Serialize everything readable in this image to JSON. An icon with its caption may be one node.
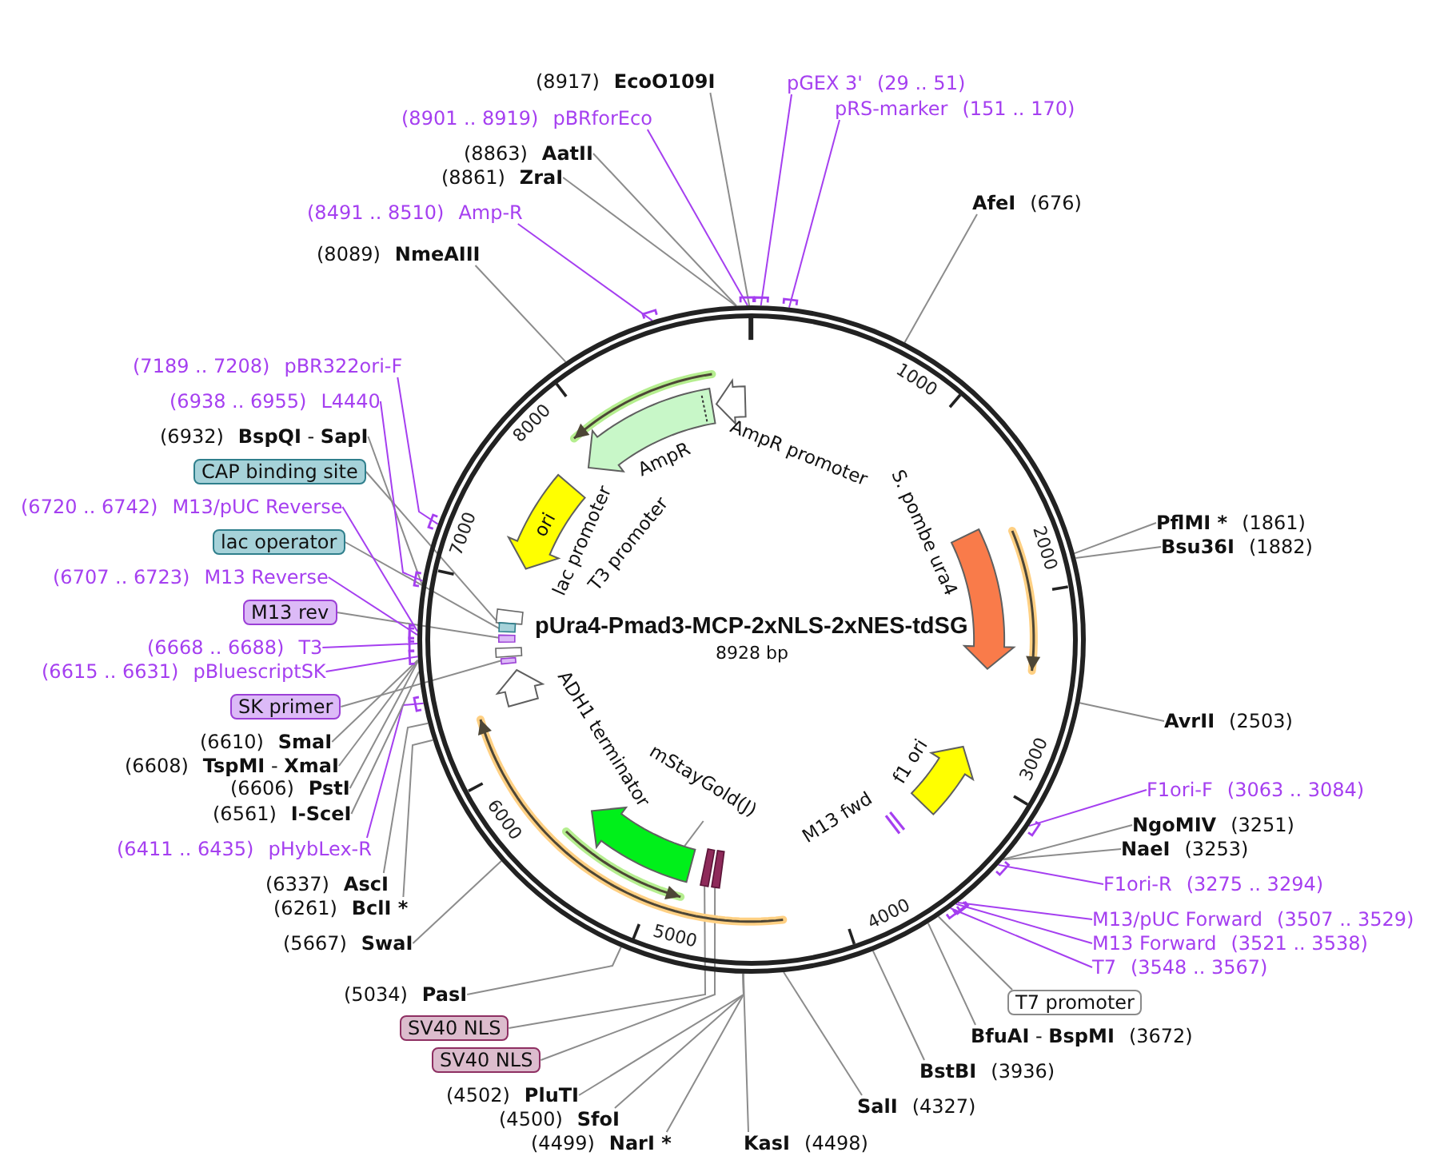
{
  "diagram": {
    "nodes": [
      {
        "text": [
          "pUra4-Pmad3-MCP-2xNLS-2xNES-tdSG",
          "8928 bp"
        ]
      },
      {
        "text": [
          "AmpR promoter"
        ],
        "in": 0
      },
      {
        "text": [
          "S. pombe ura4"
        ],
        "in": 0
      },
      {
        "text": [
          "f1 ori"
        ],
        "in": 0
      },
      {
        "text": [
          "M13 fwd"
        ],
        "in": 0
      },
      {
        "text": [],
        "shape": "bar",
        "in": 0
      },
      {
        "text": [],
        "shape": "bar",
        "in": 0
      },
      {
        "text": [],
        "shape": "arrow",
        "in": 0
      },
      {
        "text": [
          "mStayGold(J)"
        ],
        "in": 0
      },
      {
        "text": [
          "ADH1 terminator"
        ],
        "in": 0
      },
      {
        "text": [],
        "shape": "box",
        "in": 0
      },
      {
        "text": [
          "ori"
        ],
        "in": 0
      },
      {
        "text": [
          "AmpR"
        ],
        "in": 0
      },
      {
        "text": [
          "pGEX 3'",
          "(29 .. 51)"
        ]
      },
      {
        "text": [
          "pRS-marker",
          "(151 .. 170)"
        ]
      },
      {
        "text": [
          "AfeI",
          "(676)"
        ]
      },
      {
        "text": [
          "PflMI *",
          "(1861)"
        ]
      },
      {
        "text": [
          "Bsu36I",
          "(1882)"
        ]
      },
      {
        "text": [
          "AvrII",
          "(2503)"
        ]
      },
      {
        "text": [
          "F1ori-F",
          "(3063 .. 3084)"
        ]
      },
      {
        "text": [
          "NgoMIV",
          "(3251)"
        ]
      },
      {
        "text": [
          "NaeI",
          "(3253)"
        ]
      },
      {
        "text": [
          "F1ori-R",
          "(3275 .. 3294)"
        ]
      },
      {
        "text": [
          "M13/pUC Forward",
          "(3507 .. 3529)"
        ]
      },
      {
        "text": [
          "M13 Forward",
          "(3521 .. 3538)"
        ]
      },
      {
        "text": [
          "T7",
          "(3548 .. 3567)"
        ]
      },
      {
        "text": [
          "T7 promoter"
        ]
      },
      {
        "text": [
          "**BfuAI** - **BspMI**",
          "(3672)"
        ]
      },
      {
        "text": [
          "BstBI",
          "(3936)"
        ]
      },
      {
        "text": [
          "SalI",
          "(4327)"
        ]
      },
      {
        "text": [
          "KasI",
          "(4498)"
        ]
      },
      {
        "text": [
          "(4499)",
          "NarI *"
        ]
      },
      {
        "text": [
          "(4500)",
          "SfoI"
        ]
      },
      {
        "text": [
          "(4502)",
          "PluTI"
        ]
      },
      {
        "text": [
          "SV40 NLS"
        ]
      },
      {
        "text": [
          "SV40 NLS"
        ]
      },
      {
        "text": [
          "(5034)",
          "PasI"
        ]
      },
      {
        "text": [
          "(5667)",
          "SwaI"
        ]
      },
      {
        "text": [
          "(6261)",
          "BclI *"
        ]
      },
      {
        "text": [
          "(6337)",
          "AscI"
        ]
      },
      {
        "text": [
          "(6411 .. 6435)",
          "pHybLex-R"
        ]
      },
      {
        "text": [
          "(6561)",
          "I-SceI"
        ]
      },
      {
        "text": [
          "(6606)",
          "PstI"
        ]
      },
      {
        "text": [
          "(6608)",
          "**TspMI** - **XmaI**"
        ]
      },
      {
        "text": [
          "(6610)",
          "SmaI"
        ]
      },
      {
        "text": [
          "SK primer"
        ]
      },
      {
        "text": [
          "(6615 .. 6631)",
          "pBluescriptSK"
        ]
      },
      {
        "text": [
          "(6668 .. 6688)",
          "T3"
        ]
      },
      {
        "text": [
          "M13 rev"
        ]
      },
      {
        "text": [
          "(6707 .. 6723)",
          "M13 Reverse"
        ]
      },
      {
        "text": [
          "lac operator"
        ]
      },
      {
        "text": [
          "(6720 .. 6742)",
          "M13/pUC Reverse"
        ]
      },
      {
        "text": [
          "CAP binding site"
        ]
      },
      {
        "text": [
          "(6932)",
          "**BspQI** - **SapI**"
        ]
      },
      {
        "text": [
          "(6938 .. 6955)",
          "L4440"
        ]
      },
      {
        "text": [
          "(7189 .. 7208)",
          "pBR322ori-F"
        ]
      },
      {
        "text": [
          "(8089)",
          "NmeAIII"
        ]
      },
      {
        "text": [
          "(8491 .. 8510)",
          "Amp-R"
        ]
      },
      {
        "text": [
          "(8861)",
          "ZraI"
        ]
      },
      {
        "text": [
          "(8863)",
          "AatII"
        ]
      },
      {
        "text": [
          "(8901 .. 8919)",
          "pBRforEco"
        ]
      },
      {
        "text": [
          "(8917)",
          "EcoO109I"
        ]
      }
    ],
    "edges": [
      {
        "from": 13,
        "to": 0,
        "arrow": "none",
        "color": "#a53ff0"
      },
      {
        "from": 14,
        "to": 0,
        "arrow": "none",
        "color": "#a53ff0"
      },
      {
        "from": 15,
        "to": 0,
        "arrow": "none"
      },
      {
        "from": 16,
        "to": 0,
        "arrow": "none"
      },
      {
        "from": 17,
        "to": 0,
        "arrow": "none"
      },
      {
        "from": 18,
        "to": 0,
        "arrow": "none"
      },
      {
        "from": 19,
        "to": 0,
        "arrow": "none",
        "color": "#a53ff0"
      },
      {
        "from": 20,
        "to": 0,
        "arrow": "none"
      },
      {
        "from": 21,
        "to": 0,
        "arrow": "none"
      },
      {
        "from": 22,
        "to": 0,
        "arrow": "none",
        "color": "#a53ff0"
      },
      {
        "from": 23,
        "to": 0,
        "arrow": "none",
        "color": "#a53ff0"
      },
      {
        "from": 24,
        "to": 0,
        "arrow": "none",
        "color": "#a53ff0"
      },
      {
        "from": 25,
        "to": 0,
        "arrow": "none",
        "color": "#a53ff0"
      },
      {
        "from": 26,
        "to": 0,
        "arrow": "none"
      },
      {
        "from": 27,
        "to": 0,
        "arrow": "none"
      },
      {
        "from": 28,
        "to": 0,
        "arrow": "none"
      },
      {
        "from": 29,
        "to": 0,
        "arrow": "none"
      },
      {
        "from": 30,
        "to": 0,
        "arrow": "none"
      },
      {
        "from": 31,
        "to": 0,
        "arrow": "none"
      },
      {
        "from": 32,
        "to": 0,
        "arrow": "none"
      },
      {
        "from": 33,
        "to": 0,
        "arrow": "none"
      },
      {
        "from": 34,
        "to": 6,
        "arrow": "none"
      },
      {
        "from": 35,
        "to": 5,
        "arrow": "none"
      },
      {
        "from": 36,
        "to": 0,
        "arrow": "none"
      },
      {
        "from": 37,
        "to": 0,
        "arrow": "none"
      },
      {
        "from": 38,
        "to": 0,
        "arrow": "none"
      },
      {
        "from": 39,
        "to": 0,
        "arrow": "none"
      },
      {
        "from": 40,
        "to": 0,
        "arrow": "none",
        "color": "#a53ff0"
      },
      {
        "from": 41,
        "to": 0,
        "arrow": "none"
      },
      {
        "from": 42,
        "to": 0,
        "arrow": "none"
      },
      {
        "from": 43,
        "to": 0,
        "arrow": "none"
      },
      {
        "from": 44,
        "to": 0,
        "arrow": "none"
      },
      {
        "from": 45,
        "to": 10,
        "arrow": "none"
      },
      {
        "from": 46,
        "to": 0,
        "arrow": "none",
        "color": "#a53ff0"
      },
      {
        "from": 47,
        "to": 0,
        "arrow": "none",
        "color": "#a53ff0"
      },
      {
        "from": 48,
        "to": 10,
        "arrow": "none"
      },
      {
        "from": 49,
        "to": 0,
        "arrow": "none",
        "color": "#a53ff0"
      },
      {
        "from": 50,
        "to": 10,
        "arrow": "none"
      },
      {
        "from": 51,
        "to": 0,
        "arrow": "none",
        "color": "#a53ff0"
      },
      {
        "from": 52,
        "to": 10,
        "arrow": "none"
      },
      {
        "from": 53,
        "to": 0,
        "arrow": "none"
      },
      {
        "from": 54,
        "to": 0,
        "arrow": "none",
        "color": "#a53ff0"
      },
      {
        "from": 55,
        "to": 0,
        "arrow": "none",
        "color": "#a53ff0"
      },
      {
        "from": 56,
        "to": 0,
        "arrow": "none"
      },
      {
        "from": 57,
        "to": 0,
        "arrow": "none",
        "color": "#a53ff0"
      },
      {
        "from": 58,
        "to": 0,
        "arrow": "none"
      },
      {
        "from": 59,
        "to": 0,
        "arrow": "none"
      },
      {
        "from": 60,
        "to": 0,
        "arrow": "none",
        "color": "#a53ff0"
      },
      {
        "from": 61,
        "to": 0,
        "arrow": "none"
      },
      {
        "from": 8,
        "to": 7,
        "arrow": "none"
      }
    ],
    "labels": [
      "1000",
      "2000",
      "3000",
      "4000",
      "5000",
      "6000",
      "7000",
      "8000",
      "lac promoter",
      "T3 promoter"
    ]
  }
}
